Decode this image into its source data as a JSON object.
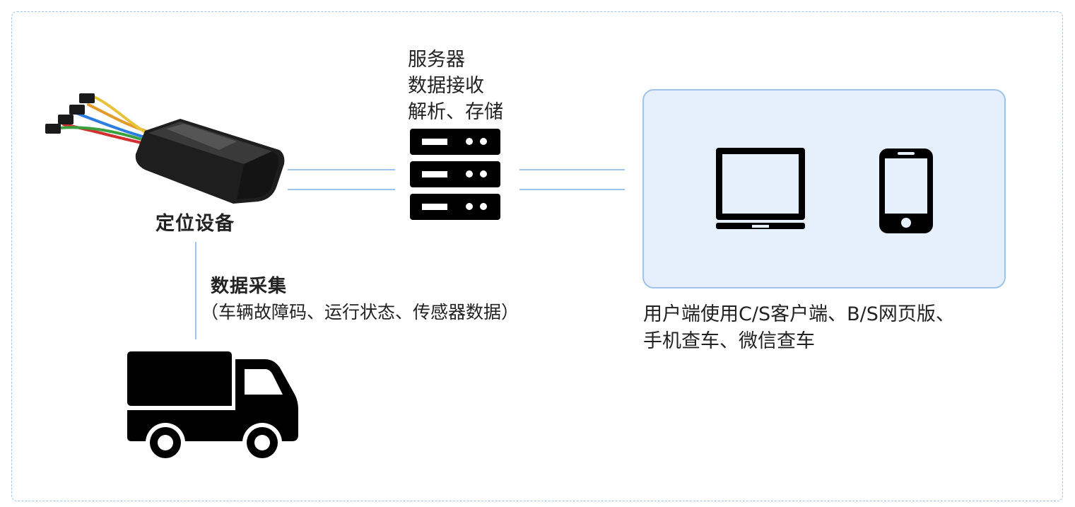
{
  "device": {
    "label": "定位设备"
  },
  "server": {
    "lines": [
      "服务器",
      "数据接收",
      "解析、存储"
    ]
  },
  "collection": {
    "title": "数据采集",
    "detail": "（车辆故障码、运行状态、传感器数据）"
  },
  "clients": {
    "lines": [
      "用户端使用C/S客户端、B/S网页版、",
      "手机查车、微信查车"
    ]
  },
  "colors": {
    "line": "#9ec4ea",
    "box_fill": "#e6f0fc",
    "icon": "#000000",
    "text": "#222222"
  }
}
